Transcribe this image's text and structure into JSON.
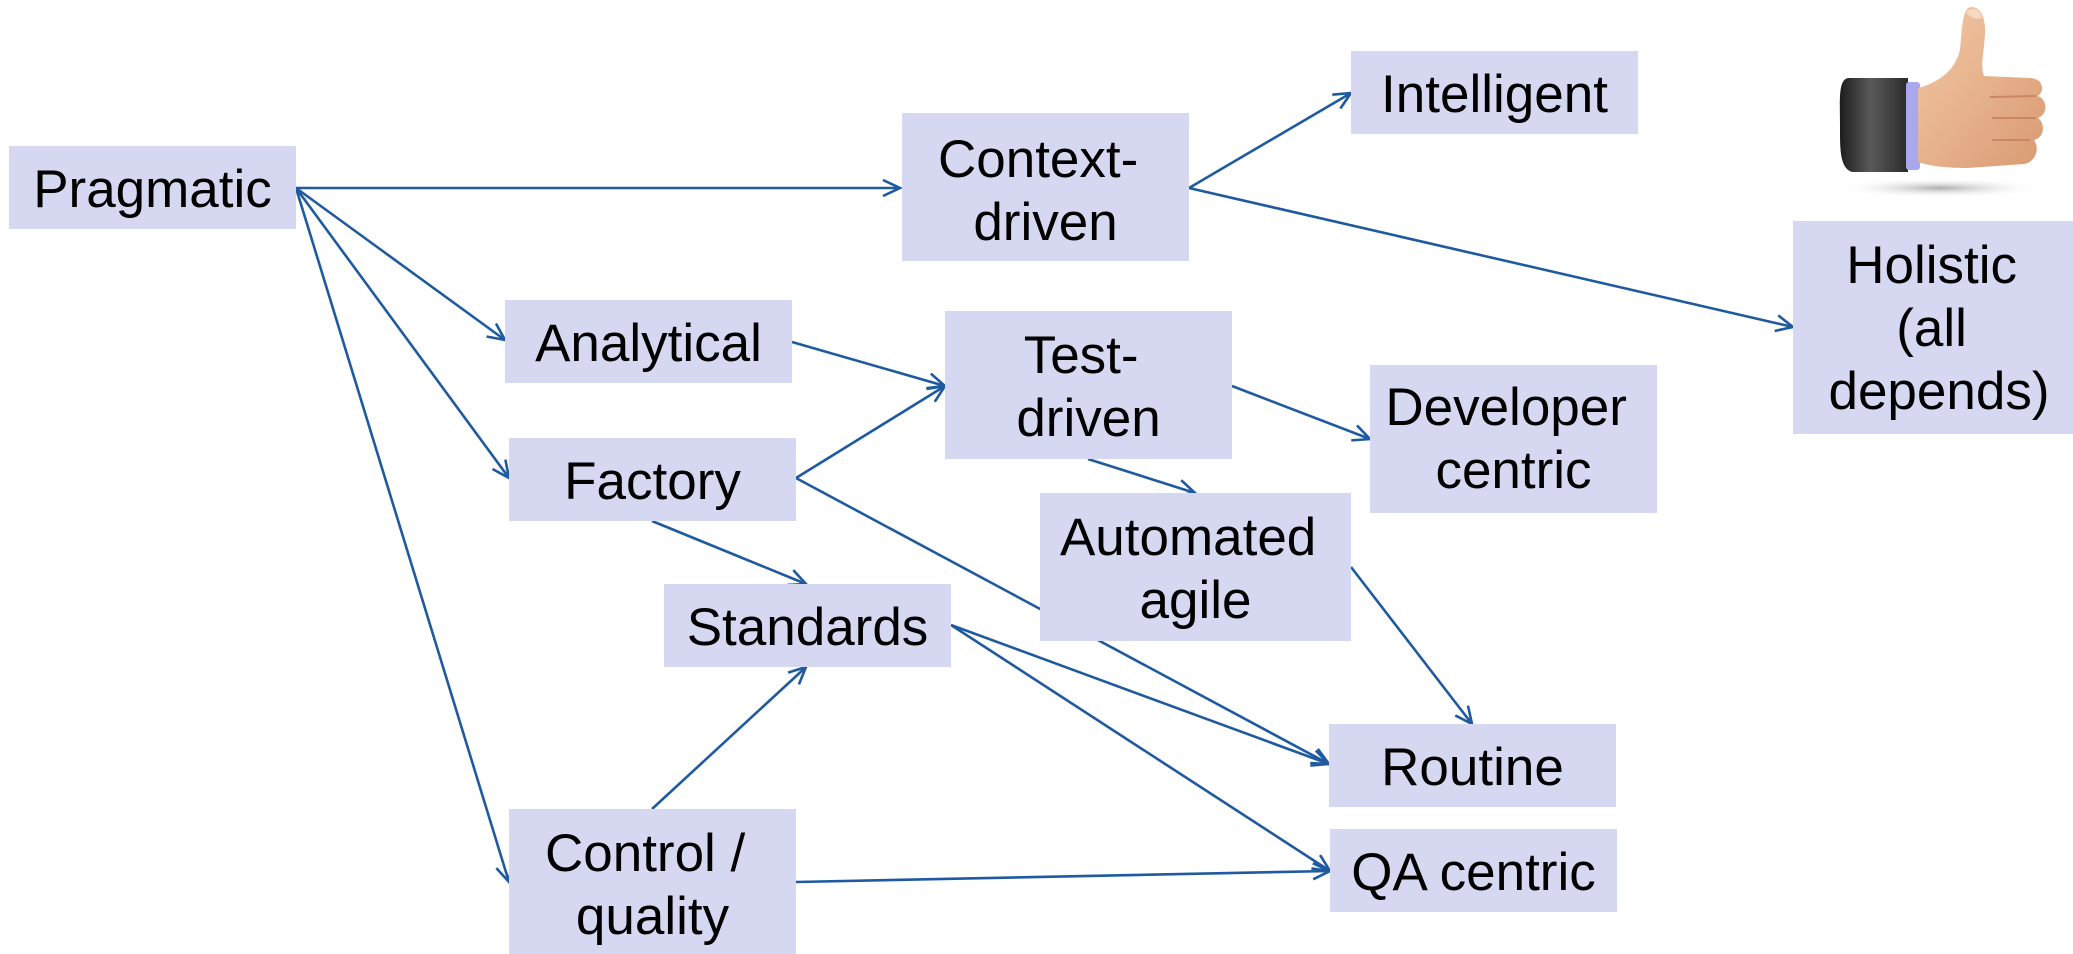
{
  "diagram": {
    "nodes": {
      "pragmatic": {
        "lines": [
          "Pragmatic"
        ]
      },
      "context_driven": {
        "lines": [
          "Context-",
          "driven"
        ]
      },
      "intelligent": {
        "lines": [
          "Intelligent"
        ]
      },
      "holistic": {
        "lines": [
          "Holistic",
          "(all",
          "depends)"
        ]
      },
      "analytical": {
        "lines": [
          "Analytical"
        ]
      },
      "test_driven": {
        "lines": [
          "Test-",
          "driven"
        ]
      },
      "developer_centric": {
        "lines": [
          "Developer",
          "centric"
        ]
      },
      "factory": {
        "lines": [
          "Factory"
        ]
      },
      "automated_agile": {
        "lines": [
          "Automated",
          "agile"
        ]
      },
      "standards": {
        "lines": [
          "Standards"
        ]
      },
      "routine": {
        "lines": [
          "Routine"
        ]
      },
      "control_quality": {
        "lines": [
          "Control /",
          "quality"
        ]
      },
      "qa_centric": {
        "lines": [
          "QA centric"
        ]
      }
    },
    "edges": [
      {
        "from": "pragmatic",
        "to": "context_driven"
      },
      {
        "from": "pragmatic",
        "to": "analytical"
      },
      {
        "from": "pragmatic",
        "to": "factory"
      },
      {
        "from": "pragmatic",
        "to": "control_quality"
      },
      {
        "from": "context_driven",
        "to": "intelligent"
      },
      {
        "from": "context_driven",
        "to": "holistic"
      },
      {
        "from": "analytical",
        "to": "test_driven"
      },
      {
        "from": "factory",
        "to": "test_driven"
      },
      {
        "from": "factory",
        "to": "standards"
      },
      {
        "from": "factory",
        "to": "routine"
      },
      {
        "from": "test_driven",
        "to": "developer_centric"
      },
      {
        "from": "test_driven",
        "to": "automated_agile"
      },
      {
        "from": "automated_agile",
        "to": "routine"
      },
      {
        "from": "standards",
        "to": "routine"
      },
      {
        "from": "standards",
        "to": "qa_centric"
      },
      {
        "from": "control_quality",
        "to": "standards"
      },
      {
        "from": "control_quality",
        "to": "qa_centric"
      }
    ],
    "thumbs_up": {
      "icon": "thumbs-up-icon"
    }
  },
  "colors": {
    "node_fill": "#d6d8f2",
    "edge": "#1f5aa0"
  }
}
